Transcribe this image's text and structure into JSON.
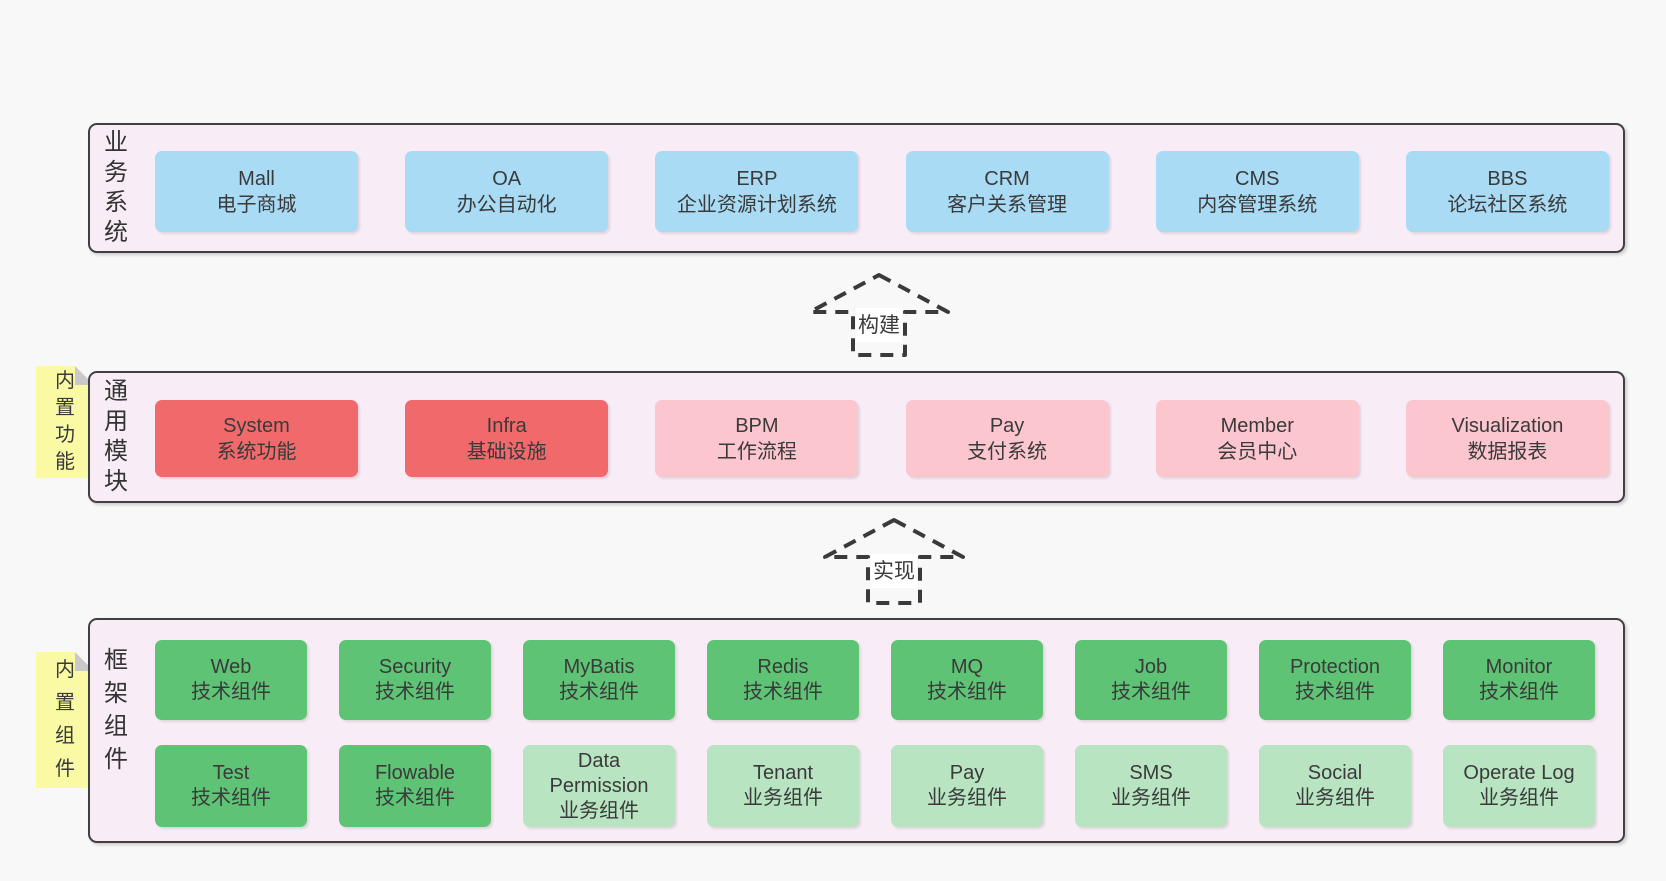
{
  "diagram": {
    "bands": [
      {
        "label": "业务系统",
        "boxes": [
          {
            "name": "Mall",
            "desc": "电子商城"
          },
          {
            "name": "OA",
            "desc": "办公自动化"
          },
          {
            "name": "ERP",
            "desc": "企业资源计划系统"
          },
          {
            "name": "CRM",
            "desc": "客户关系管理"
          },
          {
            "name": "CMS",
            "desc": "内容管理系统"
          },
          {
            "name": "BBS",
            "desc": "论坛社区系统"
          }
        ]
      },
      {
        "label": "通用模块",
        "note": "内置功能",
        "boxes": [
          {
            "name": "System",
            "desc": "系统功能"
          },
          {
            "name": "Infra",
            "desc": "基础设施"
          },
          {
            "name": "BPM",
            "desc": "工作流程"
          },
          {
            "name": "Pay",
            "desc": "支付系统"
          },
          {
            "name": "Member",
            "desc": "会员中心"
          },
          {
            "name": "Visualization",
            "desc": "数据报表"
          }
        ]
      },
      {
        "label": "框架组件",
        "note": "内置组件",
        "rows": [
          [
            {
              "name": "Web",
              "desc": "技术组件"
            },
            {
              "name": "Security",
              "desc": "技术组件"
            },
            {
              "name": "MyBatis",
              "desc": "技术组件"
            },
            {
              "name": "Redis",
              "desc": "技术组件"
            },
            {
              "name": "MQ",
              "desc": "技术组件"
            },
            {
              "name": "Job",
              "desc": "技术组件"
            },
            {
              "name": "Protection",
              "desc": "技术组件"
            },
            {
              "name": "Monitor",
              "desc": "技术组件"
            }
          ],
          [
            {
              "name": "Test",
              "desc": "技术组件"
            },
            {
              "name": "Flowable",
              "desc": "技术组件"
            },
            {
              "name": "Data Permission",
              "desc": "业务组件"
            },
            {
              "name": "Tenant",
              "desc": "业务组件"
            },
            {
              "name": "Pay",
              "desc": "业务组件"
            },
            {
              "name": "SMS",
              "desc": "业务组件"
            },
            {
              "name": "Social",
              "desc": "业务组件"
            },
            {
              "name": "Operate Log",
              "desc": "业务组件"
            }
          ]
        ]
      }
    ],
    "arrows": [
      {
        "label": "构建"
      },
      {
        "label": "实现"
      }
    ],
    "colors": {
      "page_bg": "#f8f8f8",
      "band_bg": "#f8edf6",
      "band_border": "#404040",
      "blue_box": "#a9dbf5",
      "red_box": "#f06a6b",
      "pink_box": "#fcc6cf",
      "green_dark_box": "#5fc376",
      "green_light_box": "#b8e4c2",
      "note_yellow": "#fafaa5",
      "text": "#3a3a3a"
    }
  }
}
